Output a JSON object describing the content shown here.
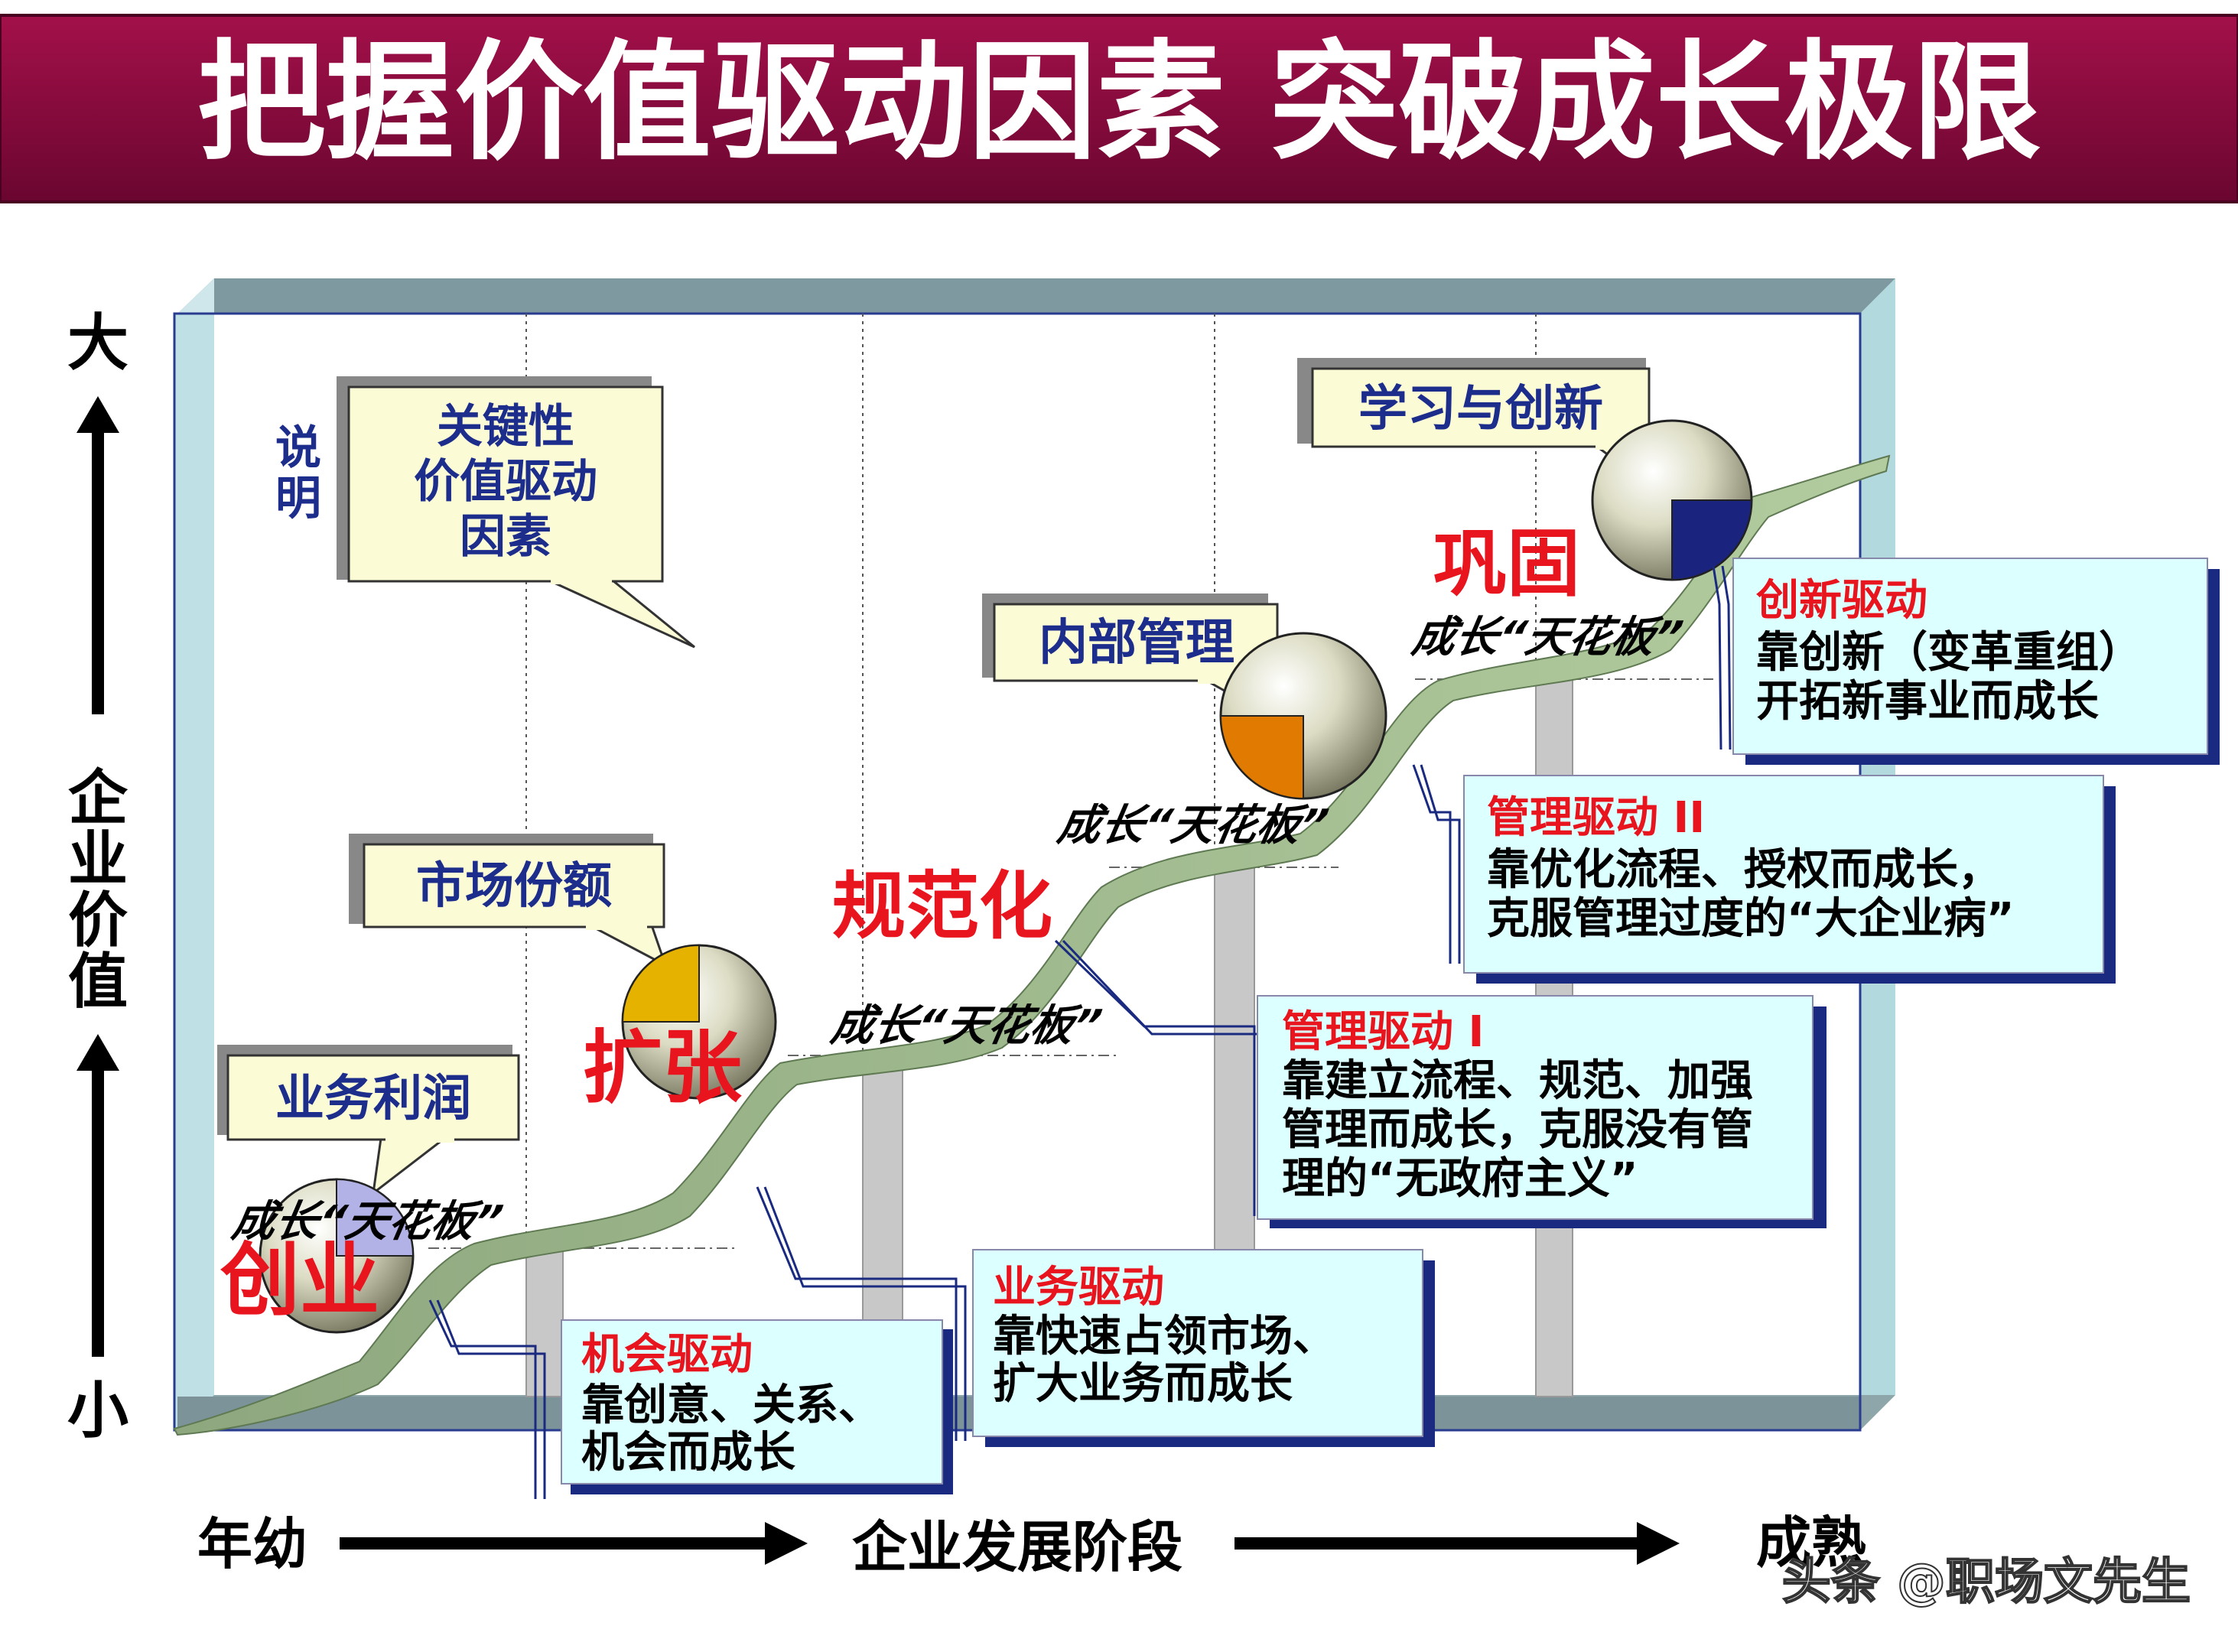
{
  "title": "把握价值驱动因素 突破成长极限",
  "colors": {
    "title_bg": "#8c0a3c",
    "title_text": "#ffffff",
    "chart_frame": "#b7dde0",
    "chart_frame_dark": "#7f9aa0",
    "callout_bg": "#fbfbd6",
    "callout_text": "#1c2d8c",
    "stage_red": "#e8141e",
    "driver_box_bg": "#dcffff",
    "driver_box_border": "#1a2a80",
    "driver_title": "#e8141e",
    "ribbon": "#9cba8a"
  },
  "y_axis": {
    "top": "大",
    "bottom": "小",
    "label": "企业价值"
  },
  "x_axis": {
    "left": "年幼",
    "center": "企业发展阶段",
    "right": "成熟"
  },
  "legend": {
    "tag": "说明",
    "label": "关键性\n价值驱动\n因素"
  },
  "stages": [
    {
      "name": "创业",
      "callout": "业务利润",
      "icon": "pie-quarter-lavender-icon"
    },
    {
      "name": "扩张",
      "callout": "市场份额",
      "icon": "pie-quarter-gold-icon"
    },
    {
      "name": "规范化",
      "callout": "内部管理",
      "icon": "pie-quarter-orange-icon"
    },
    {
      "name": "巩固",
      "callout": "学习与创新",
      "icon": "pie-quarter-navy-icon"
    }
  ],
  "ceiling_label": "成长“天花板”",
  "drivers": [
    {
      "title": "机会驱动",
      "body": [
        "靠创意、关系、",
        "机会而成长"
      ]
    },
    {
      "title": "业务驱动",
      "body": [
        "靠快速占领市场、",
        "扩大业务而成长"
      ]
    },
    {
      "title": "管理驱动 I",
      "body": [
        "靠建立流程、规范、加强",
        "管理而成长，克服没有管",
        "理的“无政府主义”"
      ]
    },
    {
      "title": "管理驱动 II",
      "body": [
        "靠优化流程、授权而成长，",
        "克服管理过度的“大企业病”"
      ]
    },
    {
      "title": "创新驱动",
      "body": [
        "靠创新（变革重组）",
        "开拓新事业而成长"
      ]
    }
  ],
  "watermark": "头条 @职场文先生"
}
